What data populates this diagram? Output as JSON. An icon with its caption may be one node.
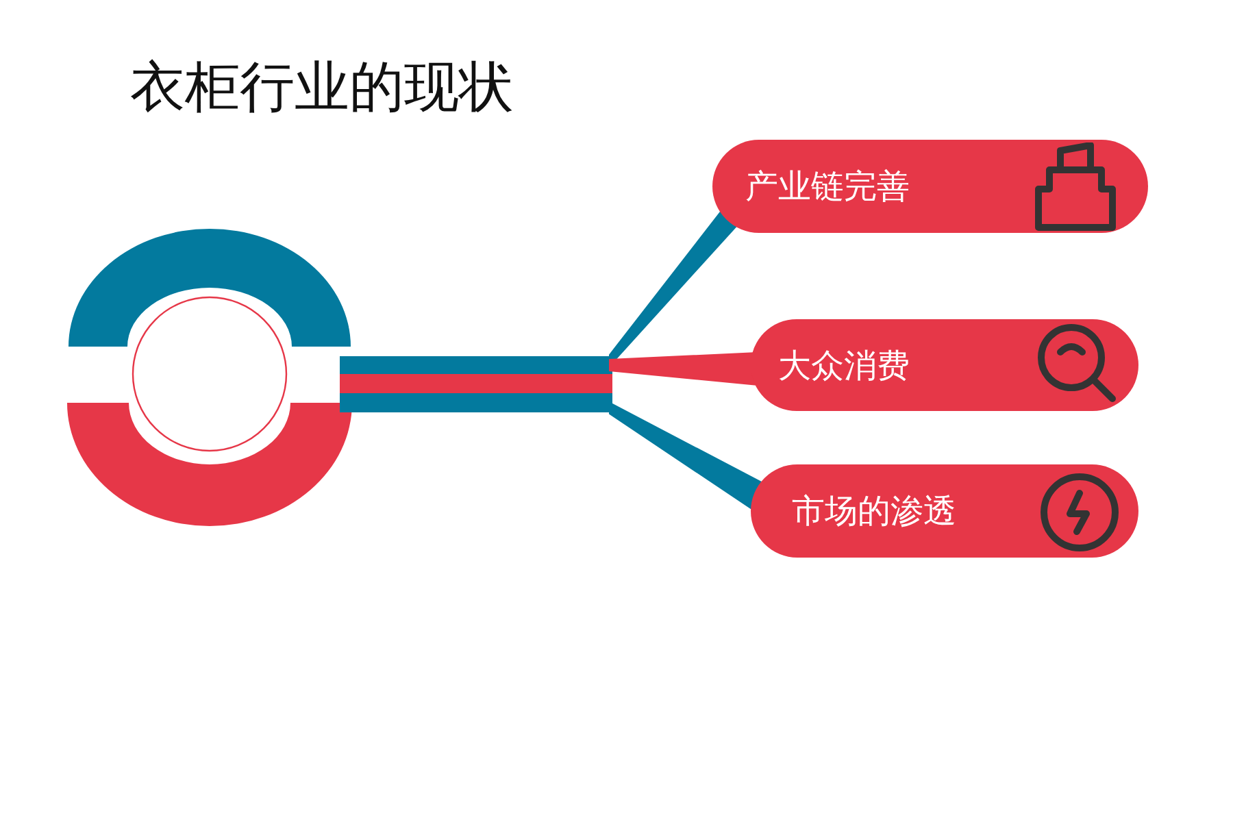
{
  "diagram": {
    "title": "衣柜行业的现状",
    "nodes": [
      {
        "text": [],
        "shape": "circle"
      },
      {
        "text": [],
        "shape": "bar"
      },
      {
        "text": [
          "产业链完善"
        ]
      },
      {
        "text": [
          "大众消费"
        ]
      },
      {
        "text": [
          "市场的渗透"
        ]
      }
    ],
    "edges": [
      {
        "from": 1,
        "to": 2,
        "arrow": "none"
      },
      {
        "from": 1,
        "to": 3,
        "arrow": "none",
        "color": "#e63748"
      },
      {
        "from": 1,
        "to": 4,
        "arrow": "none"
      }
    ]
  }
}
